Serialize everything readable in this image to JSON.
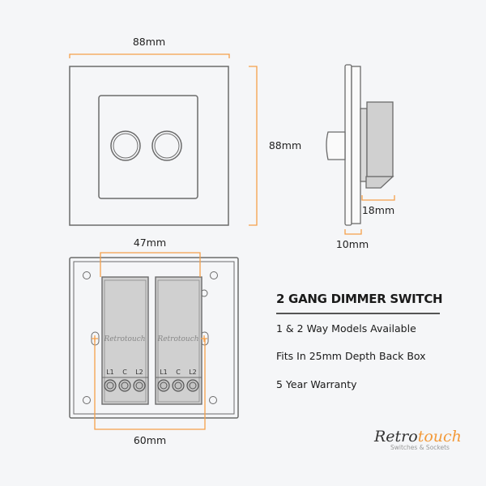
{
  "dimensions": {
    "front_width": "88mm",
    "front_height": "88mm",
    "side_module_depth": "18mm",
    "side_plate_depth": "10mm",
    "back_module_span": "47mm",
    "back_fixing_span": "60mm"
  },
  "terminals": [
    "L1",
    "C",
    "L2"
  ],
  "module_brand": "Retrotouch",
  "product": {
    "title": "2 GANG DIMMER SWITCH",
    "features": [
      "1 & 2 Way Models Available",
      "Fits In 25mm Depth Back Box",
      "5 Year Warranty"
    ]
  },
  "logo": {
    "part1": "Retro",
    "part2": "touch",
    "tagline": "Switches & Sockets"
  },
  "colors": {
    "accent": "#f5a04a",
    "outline": "#6b6b6b",
    "module": "#d0d0d0",
    "background": "#f5f6f8"
  }
}
